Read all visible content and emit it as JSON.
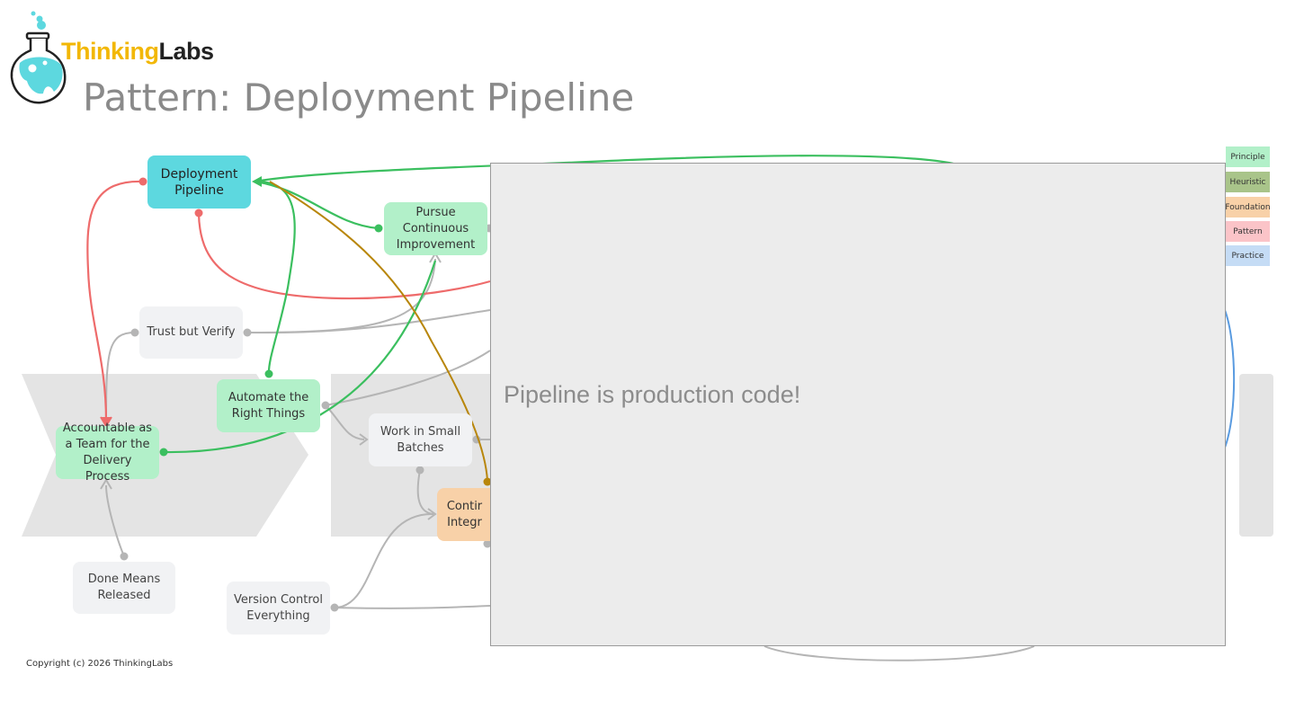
{
  "logo": {
    "name_part1": "Thinking",
    "name_part2": "Labs"
  },
  "page_title": "Pattern: Deployment Pipeline",
  "nodes": {
    "deployment_pipeline": "Deployment Pipeline",
    "pursue_improvement": "Pursue Continuous Improvement",
    "trust_verify": "Trust but Verify",
    "automate": "Automate the Right Things",
    "accountable": "Accountable as a Team for the Delivery Process",
    "work_small": "Work in Small Batches",
    "continuous_integration": "Contir Integr",
    "done_means": "Done Means Released",
    "version_control": "Version Control Everything"
  },
  "legend": [
    "Principle",
    "Heuristic",
    "Foundation",
    "Pattern",
    "Practice"
  ],
  "legend_colors": [
    "#b2f0c9",
    "#a9c48a",
    "#f8d1a8",
    "#fbc4c8",
    "#c5dcf5"
  ],
  "overlay_text": "Pipeline is production code!",
  "copyright": "Copyright (c) 2026 ThinkingLabs",
  "colors": {
    "green_edge": "#3bbf5f",
    "red_edge": "#ee6b6b",
    "gold_edge": "#b8860b",
    "gray_edge": "#b5b5b5",
    "blue_edge": "#5a9be0"
  }
}
